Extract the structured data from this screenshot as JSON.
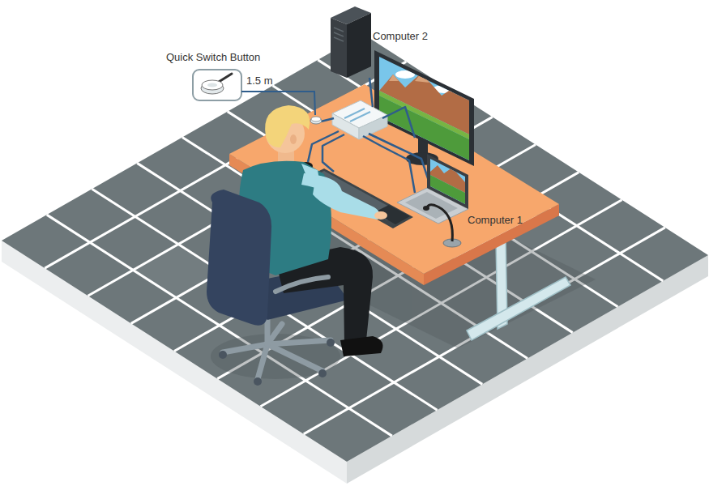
{
  "diagram": {
    "labels": [
      "Quick Switch Button",
      "1.5 m",
      "Computer 2",
      "Computer 1"
    ]
  }
}
